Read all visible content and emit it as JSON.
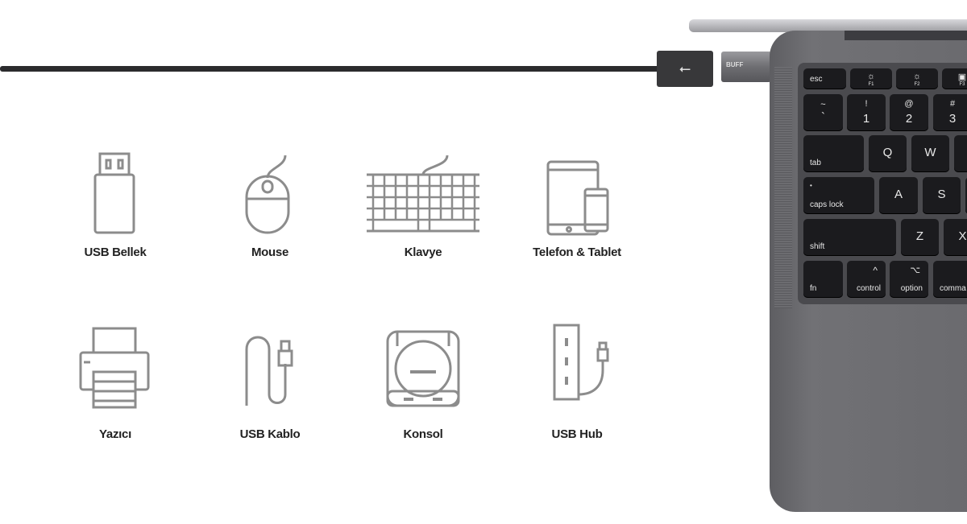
{
  "devices": [
    {
      "label": "USB Bellek",
      "icon": "usb-flash-drive-icon"
    },
    {
      "label": "Mouse",
      "icon": "mouse-icon"
    },
    {
      "label": "Klavye",
      "icon": "keyboard-icon"
    },
    {
      "label": "Telefon & Tablet",
      "icon": "phone-tablet-icon"
    },
    {
      "label": "Yazıcı",
      "icon": "printer-icon"
    },
    {
      "label": "USB Kablo",
      "icon": "usb-cable-icon"
    },
    {
      "label": "Konsol",
      "icon": "game-console-icon"
    },
    {
      "label": "USB Hub",
      "icon": "usb-hub-icon"
    }
  ],
  "adapter_brand": "BUFF",
  "keys": {
    "esc": "esc",
    "f1": "F1",
    "f2": "F2",
    "f3": "F3",
    "tilde": "~",
    "backtick": "`",
    "excl": "!",
    "one": "1",
    "at": "@",
    "two": "2",
    "hash": "#",
    "three": "3",
    "tab": "tab",
    "q": "Q",
    "w": "W",
    "caps": "caps lock",
    "a": "A",
    "s": "S",
    "shift": "shift",
    "z": "Z",
    "x": "X",
    "fn": "fn",
    "control": "control",
    "control_sym": "^",
    "option": "option",
    "option_sym": "⌥",
    "command": "comma"
  },
  "colors": {
    "icon": "#8c8c8c",
    "laptop": "#6d6d71",
    "key": "#1b1b1e"
  }
}
